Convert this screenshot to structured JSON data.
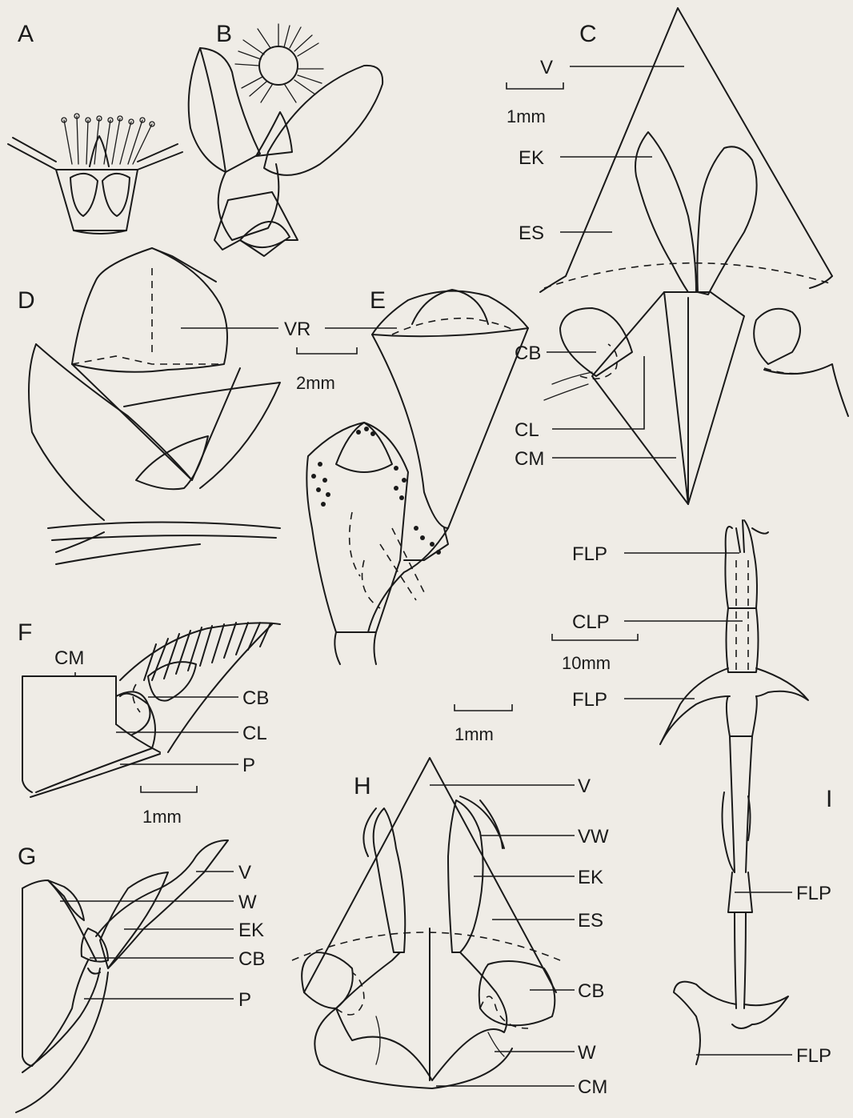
{
  "panels": {
    "A": "A",
    "B": "B",
    "C": "C",
    "D": "D",
    "E": "E",
    "F": "F",
    "G": "G",
    "H": "H",
    "I": "I"
  },
  "scale_bars": {
    "c": "1mm",
    "d": "2mm",
    "e": "1mm",
    "f": "1mm",
    "i": "10mm"
  },
  "labels": {
    "c_v": "V",
    "c_ek": "EK",
    "c_es": "ES",
    "c_cb": "CB",
    "c_cl": "CL",
    "c_cm": "CM",
    "d_vr": "VR",
    "f_cm": "CM",
    "f_cb": "CB",
    "f_cl": "CL",
    "f_p": "P",
    "g_v": "V",
    "g_w": "W",
    "g_ek": "EK",
    "g_cb": "CB",
    "g_p": "P",
    "h_v": "V",
    "h_vw": "VW",
    "h_ek": "EK",
    "h_es": "ES",
    "h_cb": "CB",
    "h_w": "W",
    "h_cm": "CM",
    "i_flp1": "FLP",
    "i_clp": "CLP",
    "i_flp2": "FLP",
    "i_flp3": "FLP",
    "i_flp4": "FLP"
  },
  "colors": {
    "ink": "#1a1a1a",
    "paper": "#efece6"
  }
}
